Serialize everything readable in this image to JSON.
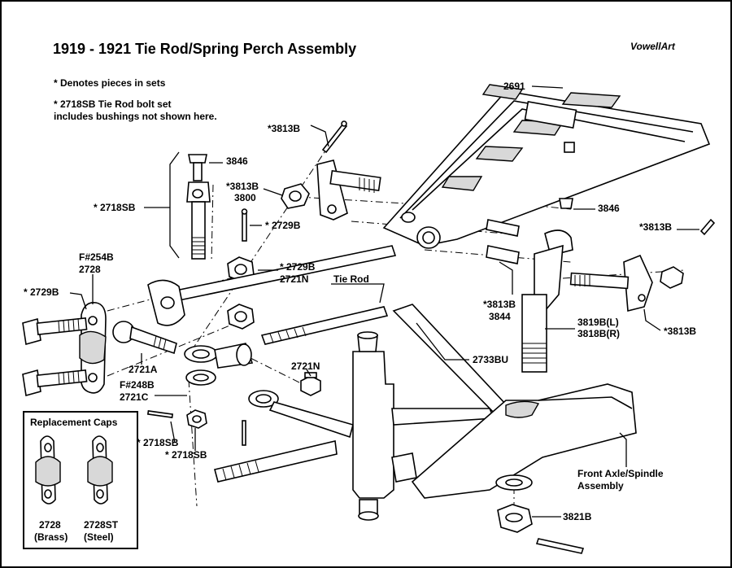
{
  "title": "1919 - 1921 Tie Rod/Spring Perch Assembly",
  "credit": "VowellArt",
  "notes": {
    "line1": "* Denotes pieces in sets",
    "line2": "* 2718SB Tie Rod bolt set",
    "line3": "includes bushings not shown here."
  },
  "labels": {
    "l2691": "2691",
    "l3813b_top": "*3813B",
    "l3846_left": "3846",
    "l3813b_3800_a": "*3813B",
    "l3813b_3800_b": "3800",
    "l2718sb_top": "* 2718SB",
    "l2729b_pin": "* 2729B",
    "l254b_a": "F#254B",
    "l254b_b": "2728",
    "l2729b_nut_a": "* 2729B",
    "l2729b_nut_b": "2721N",
    "l2729b_left": "* 2729B",
    "l_tierod": "Tie Rod",
    "l3846_right": "3846",
    "l3813b_right_top": "*3813B",
    "l3813b_3844_a": "*3813B",
    "l3813b_3844_b": "3844",
    "l3819b": "3819B(L)",
    "l3818b": "3818B(R)",
    "l3813b_right_bottom": "*3813B",
    "l2721a": "2721A",
    "l2733bu": "2733BU",
    "l2721n": "2721N",
    "l248b_a": "F#248B",
    "l248b_b": "2721C",
    "l2718sb_cotter": "* 2718SB",
    "l2718sb_nut": "* 2718SB",
    "l_axle_a": "Front Axle/Spindle",
    "l_axle_b": "Assembly",
    "l3821b": "3821B"
  },
  "inset": {
    "title": "Replacement Caps",
    "cap1_num": "2728",
    "cap1_material": "(Brass)",
    "cap2_num": "2728ST",
    "cap2_material": "(Steel)"
  }
}
